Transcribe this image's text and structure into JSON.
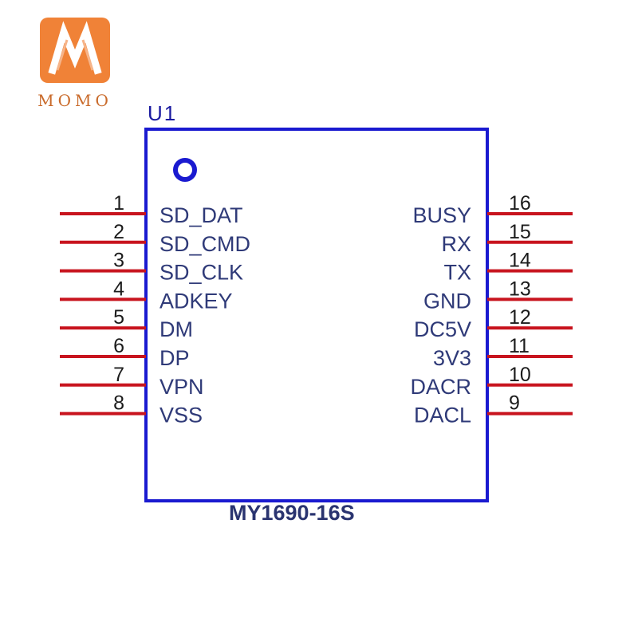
{
  "logo": {
    "text": "MOMO",
    "tile_color": "#f08237"
  },
  "component": {
    "reference": "U1",
    "part": "MY1690-16S"
  },
  "colors": {
    "body": "#1a1ad0",
    "pin": "#c8141e",
    "pin_name": "#2f3a78",
    "pin_number": "#1c1c1c"
  },
  "pins": {
    "left": [
      {
        "number": "1",
        "name": "SD_DAT"
      },
      {
        "number": "2",
        "name": "SD_CMD"
      },
      {
        "number": "3",
        "name": "SD_CLK"
      },
      {
        "number": "4",
        "name": "ADKEY"
      },
      {
        "number": "5",
        "name": "DM"
      },
      {
        "number": "6",
        "name": "DP"
      },
      {
        "number": "7",
        "name": "VPN"
      },
      {
        "number": "8",
        "name": "VSS"
      }
    ],
    "right": [
      {
        "number": "16",
        "name": "BUSY"
      },
      {
        "number": "15",
        "name": "RX"
      },
      {
        "number": "14",
        "name": "TX"
      },
      {
        "number": "13",
        "name": "GND"
      },
      {
        "number": "12",
        "name": "DC5V"
      },
      {
        "number": "11",
        "name": "3V3"
      },
      {
        "number": "10",
        "name": "DACR"
      },
      {
        "number": "9",
        "name": "DACL"
      }
    ]
  }
}
